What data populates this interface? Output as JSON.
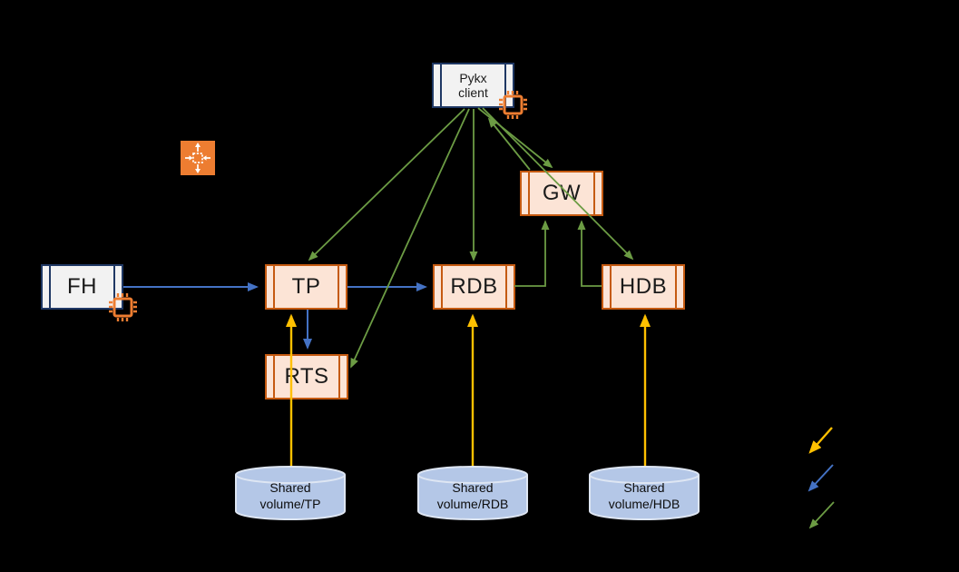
{
  "title": "kdb tick architecture diagram",
  "colors": {
    "background": "#000000",
    "node-blue-border": "#1F3864",
    "node-blue-fill": "#F2F2F2",
    "node-orange-border": "#C55A11",
    "node-orange-fill": "#FCE4D6",
    "volume-fill": "#B4C7E7",
    "volume-stroke": "#DEE6F3",
    "arrow-blue": "#4472C4",
    "arrow-yellow": "#FFC000",
    "arrow-green": "#6C9C44",
    "icon-orange": "#ED7D31"
  },
  "nodes": {
    "pykx": {
      "line1": "Pykx",
      "line2": "client"
    },
    "fh": {
      "label": "FH"
    },
    "tp": {
      "label": "TP"
    },
    "rdb": {
      "label": "RDB"
    },
    "hdb": {
      "label": "HDB"
    },
    "gw": {
      "label": "GW"
    },
    "rts": {
      "label": "RTS"
    }
  },
  "volumes": {
    "tp": {
      "line1": "Shared",
      "line2": "volume/TP"
    },
    "rdb": {
      "line1": "Shared",
      "line2": "volume/RDB"
    },
    "hdb": {
      "line1": "Shared",
      "line2": "volume/HDB"
    }
  },
  "icons": {
    "pykx_chip": "cpu-chip",
    "fh_chip": "cpu-chip",
    "scaling": "auto-scaling"
  },
  "edges": [
    {
      "from": "FH",
      "to": "TP",
      "color": "blue"
    },
    {
      "from": "TP",
      "to": "RDB",
      "color": "blue"
    },
    {
      "from": "TP",
      "to": "RTS",
      "color": "blue"
    },
    {
      "from": "Shared volume/TP",
      "to": "TP",
      "color": "yellow"
    },
    {
      "from": "Shared volume/RDB",
      "to": "RDB",
      "color": "yellow"
    },
    {
      "from": "Shared volume/HDB",
      "to": "HDB",
      "color": "yellow"
    },
    {
      "from": "Pykx client",
      "to": "TP",
      "color": "green"
    },
    {
      "from": "Pykx client",
      "to": "RTS",
      "color": "green"
    },
    {
      "from": "Pykx client",
      "to": "RDB",
      "color": "green"
    },
    {
      "from": "Pykx client",
      "to": "GW",
      "color": "green"
    },
    {
      "from": "Pykx client",
      "to": "HDB",
      "color": "green"
    },
    {
      "from": "GW",
      "to": "Pykx client",
      "color": "green"
    },
    {
      "from": "RDB",
      "to": "GW",
      "color": "green"
    },
    {
      "from": "HDB",
      "to": "GW",
      "color": "green"
    }
  ],
  "legend": {
    "arrows": [
      {
        "name": "yellow-arrow",
        "color": "#FFC000"
      },
      {
        "name": "blue-arrow",
        "color": "#4472C4"
      },
      {
        "name": "green-arrow",
        "color": "#6C9C44"
      }
    ]
  }
}
